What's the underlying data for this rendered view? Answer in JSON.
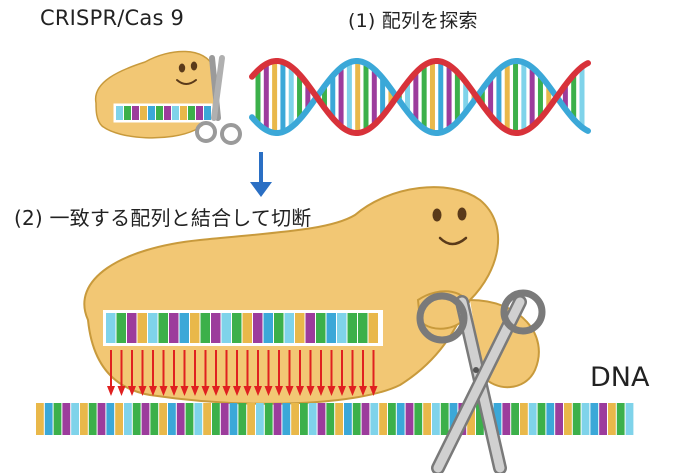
{
  "labels": {
    "cas9": "CRISPR/Cas 9",
    "step1": "(1) 配列を探索",
    "step2": "(2) 一致する配列と結合して切断",
    "dna": "DNA"
  },
  "colors": {
    "enzyme_fill": "#f2c774",
    "enzyme_outline": "#c89a3c",
    "base_palette": [
      "#7fd3ea",
      "#3cb04a",
      "#9c3c9c",
      "#e9b84a",
      "#3ba8d8"
    ],
    "strand_backbone_blue": "#3ba8d8",
    "strand_backbone_red": "#d8323a",
    "cut_arrows": "#e02020",
    "process_arrow": "#2a6fc4",
    "scissors": "#8a8a8a"
  },
  "guide_rna_large": [
    "#7fd3ea",
    "#3cb04a",
    "#9c3c9c",
    "#e9b84a",
    "#7fd3ea",
    "#3cb04a",
    "#9c3c9c",
    "#3ba8d8",
    "#e9b84a",
    "#3cb04a",
    "#9c3c9c",
    "#7fd3ea",
    "#3cb04a",
    "#e9b84a",
    "#9c3c9c",
    "#3ba8d8",
    "#3cb04a",
    "#7fd3ea",
    "#e9b84a",
    "#9c3c9c",
    "#3cb04a",
    "#3ba8d8",
    "#7fd3ea",
    "#3cb04a",
    "#3cb04a",
    "#e9b84a"
  ],
  "guide_rna_small": [
    "#7fd3ea",
    "#3cb04a",
    "#9c3c9c",
    "#e9b84a",
    "#3ba8d8",
    "#3cb04a",
    "#9c3c9c",
    "#7fd3ea",
    "#e9b84a",
    "#3cb04a",
    "#9c3c9c",
    "#3ba8d8"
  ],
  "dna_strand": [
    "#e9b84a",
    "#3ba8d8",
    "#3cb04a",
    "#9c3c9c",
    "#7fd3ea",
    "#e9b84a",
    "#3cb04a",
    "#9c3c9c",
    "#3ba8d8",
    "#e9b84a",
    "#7fd3ea",
    "#3cb04a",
    "#9c3c9c",
    "#3cb04a",
    "#e9b84a",
    "#3ba8d8",
    "#9c3c9c",
    "#3cb04a",
    "#7fd3ea",
    "#e9b84a",
    "#3cb04a",
    "#9c3c9c",
    "#3ba8d8",
    "#3cb04a",
    "#e9b84a",
    "#7fd3ea",
    "#3cb04a",
    "#9c3c9c",
    "#3ba8d8",
    "#e9b84a",
    "#3cb04a",
    "#7fd3ea",
    "#9c3c9c",
    "#3cb04a",
    "#e9b84a",
    "#3ba8d8",
    "#3cb04a",
    "#9c3c9c",
    "#7fd3ea",
    "#e9b84a",
    "#3cb04a",
    "#3ba8d8",
    "#9c3c9c",
    "#3cb04a",
    "#e9b84a",
    "#7fd3ea",
    "#3cb04a",
    "#3ba8d8",
    "#9c3c9c",
    "#e9b84a",
    "#3cb04a",
    "#7fd3ea",
    "#3ba8d8",
    "#9c3c9c",
    "#3cb04a",
    "#e9b84a",
    "#7fd3ea",
    "#3cb04a",
    "#3ba8d8",
    "#9c3c9c",
    "#e9b84a",
    "#3cb04a",
    "#7fd3ea",
    "#3ba8d8",
    "#9c3c9c",
    "#e9b84a",
    "#3cb04a",
    "#7fd3ea"
  ],
  "helix_rungs": [
    "#3cb04a",
    "#9c3c9c",
    "#e9b84a",
    "#3ba8d8",
    "#7fd3ea",
    "#3cb04a",
    "#9c3c9c",
    "#e9b84a",
    "#3cb04a",
    "#3ba8d8",
    "#9c3c9c",
    "#7fd3ea",
    "#e9b84a",
    "#3cb04a",
    "#9c3c9c",
    "#3ba8d8",
    "#e9b84a",
    "#3cb04a",
    "#7fd3ea",
    "#9c3c9c",
    "#3cb04a",
    "#e9b84a",
    "#3ba8d8",
    "#9c3c9c",
    "#3cb04a",
    "#7fd3ea",
    "#e9b84a",
    "#3cb04a",
    "#9c3c9c",
    "#3ba8d8",
    "#e9b84a",
    "#3cb04a",
    "#7fd3ea",
    "#9c3c9c",
    "#3cb04a",
    "#e9b84a",
    "#3ba8d8",
    "#9c3c9c",
    "#3cb04a",
    "#7fd3ea"
  ]
}
